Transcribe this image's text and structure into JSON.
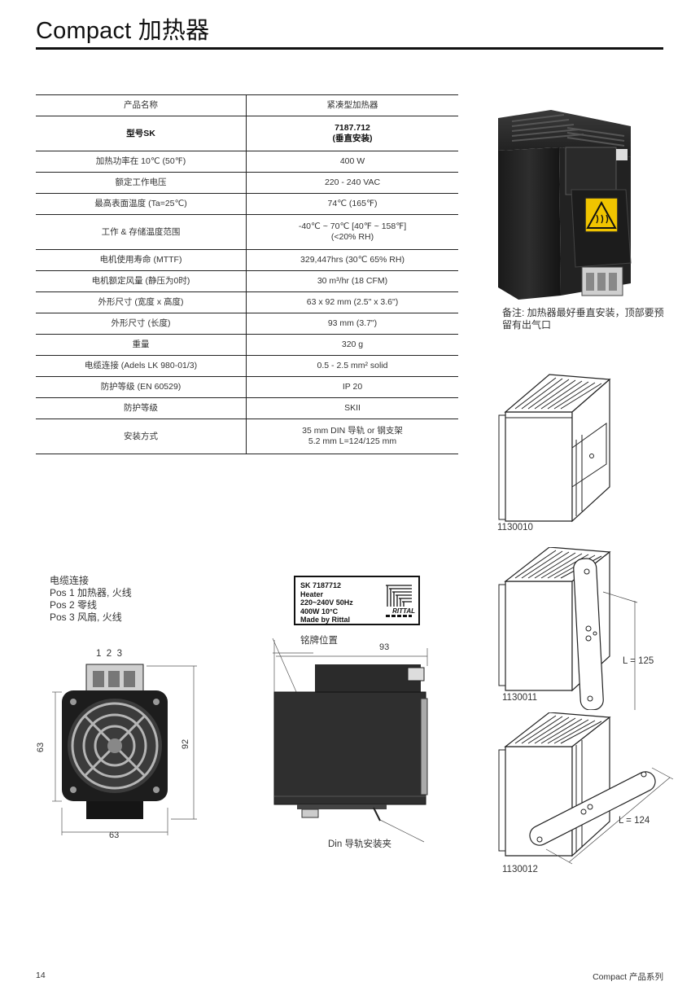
{
  "header": {
    "title": "Compact 加热器"
  },
  "spec_table": {
    "rows": [
      {
        "label": "产品名称",
        "value": "紧凑型加热器",
        "value2": "",
        "bold": false,
        "h": 26
      },
      {
        "label": "型号SK",
        "value": "7187.712",
        "value2": "(垂直安装)",
        "bold": true,
        "h": 43
      },
      {
        "label": "加热功率在 10℃ (50℉)",
        "value": "400 W",
        "value2": "",
        "bold": false,
        "h": 26
      },
      {
        "label": "额定工作电压",
        "value": "220 - 240 VAC",
        "value2": "",
        "bold": false,
        "h": 26
      },
      {
        "label": "最高表面温度 (Ta=25℃)",
        "value": "74℃ (165℉)",
        "value2": "",
        "bold": false,
        "h": 26
      },
      {
        "label": "工作 & 存储温度范围",
        "value": "-40℃ ~ 70℃ [40℉ ~ 158℉]",
        "value2": "(<20% RH)",
        "bold": false,
        "h": 43
      },
      {
        "label": "电机使用寿命 (MTTF)",
        "value": "329,447hrs (30℃ 65% RH)",
        "value2": "",
        "bold": false,
        "h": 26
      },
      {
        "label": "电机额定风量 (静压为0时)",
        "value": "30 m³/hr (18 CFM)",
        "value2": "",
        "bold": false,
        "h": 26
      },
      {
        "label": "外形尺寸 (宽度 x 高度)",
        "value": "63 x 92 mm (2.5\" x 3.6\")",
        "value2": "",
        "bold": false,
        "h": 26
      },
      {
        "label": "外形尺寸 (长度)",
        "value": "93 mm (3.7\")",
        "value2": "",
        "bold": false,
        "h": 26
      },
      {
        "label": "重量",
        "value": "320 g",
        "value2": "",
        "bold": false,
        "h": 26
      },
      {
        "label": "电缆连接 (Adels LK 980-01/3)",
        "value": "0.5 - 2.5 mm² solid",
        "value2": "",
        "bold": false,
        "h": 26
      },
      {
        "label": "防护等级 (EN 60529)",
        "value": "IP 20",
        "value2": "",
        "bold": false,
        "h": 26
      },
      {
        "label": "防护等级",
        "value": "SKII",
        "value2": "",
        "bold": false,
        "h": 26
      },
      {
        "label": "安装方式",
        "value": "35 mm DIN 导轨 or 钢支架",
        "value2": "5.2 mm L=124/125 mm",
        "bold": false,
        "h": 43
      }
    ]
  },
  "product_note": "备注: 加热器最好垂直安装，顶部要预留有出气口",
  "product_label": {
    "lines": [
      "SK 7187712",
      "Heater",
      "220~240V 50Hz",
      "400W 10°C",
      "Made by Rittal"
    ]
  },
  "mounting_figures": [
    {
      "code": "1130010",
      "length_label": ""
    },
    {
      "code": "1130011",
      "length_label": "L = 125"
    },
    {
      "code": "1130012",
      "length_label": "L = 124"
    }
  ],
  "cable_connection": {
    "title": "电缆连接",
    "lines": [
      "Pos 1 加热器, 火线",
      "Pos 2 零线",
      "Pos 3 风扇, 火线"
    ],
    "terminal_numbers": "1  2  3"
  },
  "front_view": {
    "height_small": "63",
    "height_total": "92",
    "width": "63"
  },
  "side_view": {
    "length": "93",
    "nameplate_label": "铭牌位置",
    "din_clip_label": "Din 导轨安装夹"
  },
  "nameplate": {
    "lines": [
      "SK 7187712",
      "Heater",
      "220~240V 50Hz",
      "400W 10°C",
      "Made by Rittal"
    ],
    "brand": "RITTAL"
  },
  "footer": {
    "page_number": "14",
    "series": "Compact 产品系列"
  }
}
